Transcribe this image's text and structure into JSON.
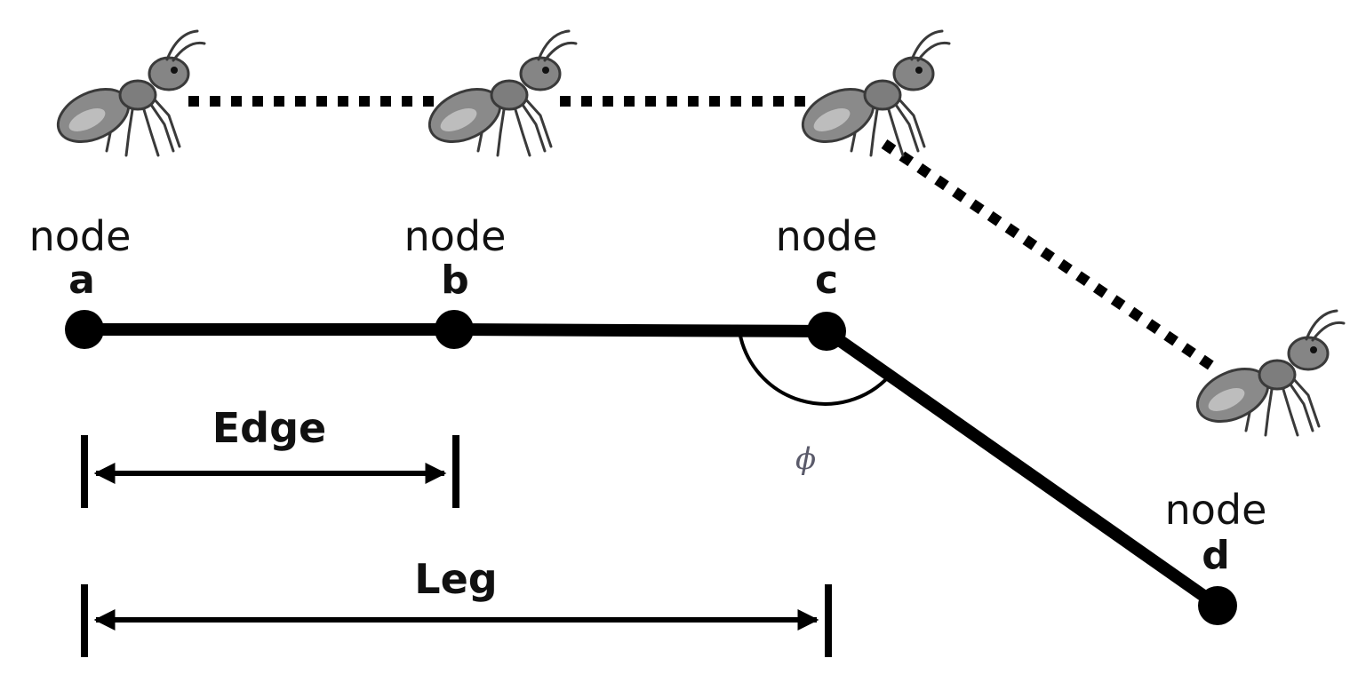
{
  "nodes": [
    {
      "id": "a",
      "word": "node",
      "letter": "a"
    },
    {
      "id": "b",
      "word": "node",
      "letter": "b"
    },
    {
      "id": "c",
      "word": "node",
      "letter": "c"
    },
    {
      "id": "d",
      "word": "node",
      "letter": "d"
    }
  ],
  "measures": {
    "edge_label": "Edge",
    "leg_label": "Leg"
  },
  "angle": {
    "symbol": "ϕ"
  },
  "icons": {
    "walker": "ant-icon",
    "path": "dotted-path"
  },
  "colors": {
    "ink": "#000000",
    "ant_body": "#8a8a8a",
    "angle_symbol": "#5a5a6a"
  }
}
